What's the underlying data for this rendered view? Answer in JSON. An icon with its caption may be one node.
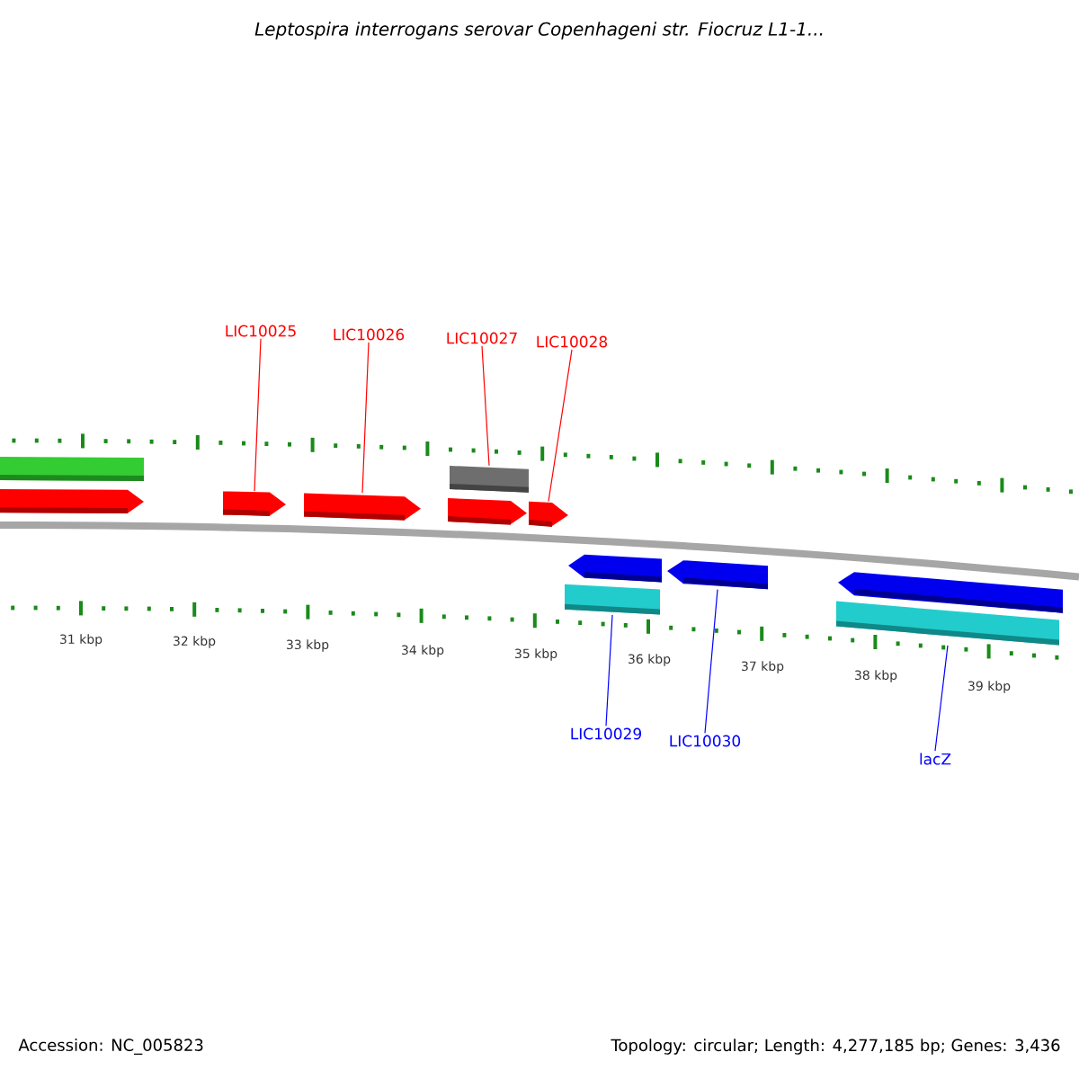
{
  "diagram": {
    "title": "Leptospira interrogans serovar Copenhageni str. Fiocruz L1-1...",
    "nodes": [
      {
        "text": [
          "LIC10025"
        ]
      },
      {
        "text": [
          "LIC10026"
        ]
      },
      {
        "text": [
          "LIC10027"
        ]
      },
      {
        "text": [
          "LIC10028"
        ]
      },
      {
        "text": [],
        "shape": "bar"
      },
      {
        "text": [],
        "shape": "bar"
      },
      {
        "text": [],
        "shape": "arrow"
      },
      {
        "text": [],
        "shape": "arrow"
      },
      {
        "text": [],
        "shape": "arrow"
      },
      {
        "text": [],
        "shape": "arrow"
      },
      {
        "text": [],
        "shape": "arrow"
      },
      {
        "text": [],
        "shape": "arrow"
      },
      {
        "text": [],
        "shape": "arrow"
      },
      {
        "text": [],
        "shape": "arrow"
      },
      {
        "text": [],
        "shape": "bar"
      },
      {
        "text": [],
        "shape": "bar"
      },
      {
        "text": [
          "LIC10029"
        ]
      },
      {
        "text": [
          "LIC10030"
        ]
      },
      {
        "text": [
          "lacZ"
        ]
      }
    ],
    "edges": [
      {
        "from": 0,
        "to": 7,
        "arrow": "none"
      },
      {
        "from": 1,
        "to": 8,
        "arrow": "none"
      },
      {
        "from": 2,
        "to": 5,
        "arrow": "none"
      },
      {
        "from": 3,
        "to": 10,
        "arrow": "none"
      },
      {
        "from": 16,
        "to": 14,
        "arrow": "none",
        "color": "#0000ff"
      },
      {
        "from": 17,
        "to": 12,
        "arrow": "none",
        "color": "#0000ff"
      },
      {
        "from": 18,
        "to": 15,
        "arrow": "none",
        "color": "#0000ff"
      }
    ],
    "labels": [
      "31 kbp",
      "32 kbp",
      "33 kbp",
      "34 kbp",
      "35 kbp",
      "36 kbp",
      "37 kbp",
      "38 kbp",
      "39 kbp",
      "Accession: NC_005823",
      "Topology: circular; Length: 4,277,185 bp; Genes: 3,436"
    ]
  }
}
